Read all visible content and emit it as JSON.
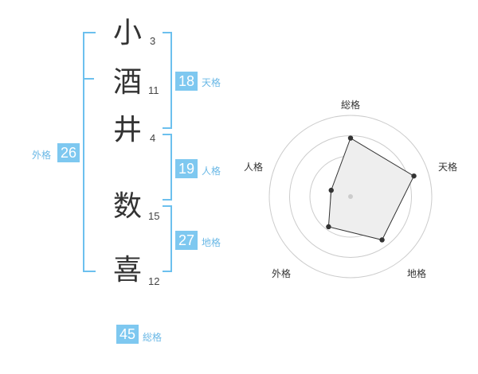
{
  "name": {
    "characters": [
      {
        "char": "小",
        "strokes": "3"
      },
      {
        "char": "酒",
        "strokes": "11"
      },
      {
        "char": "井",
        "strokes": "4"
      },
      {
        "char": "数",
        "strokes": "15"
      },
      {
        "char": "喜",
        "strokes": "12"
      }
    ]
  },
  "scores": {
    "tenkaku": {
      "value": "18",
      "label": "天格"
    },
    "jinkaku": {
      "value": "19",
      "label": "人格"
    },
    "chikaku": {
      "value": "27",
      "label": "地格"
    },
    "gaikaku": {
      "value": "26",
      "label": "外格"
    },
    "soukaku": {
      "value": "45",
      "label": "総格"
    }
  },
  "colors": {
    "accent": "#7ec8f0",
    "bracket": "#6cc0ee",
    "radar_fill": "#eeeeee",
    "radar_grid": "#cccccc"
  },
  "chart_data": {
    "type": "radar",
    "axes": [
      "総格",
      "天格",
      "地格",
      "外格",
      "人格"
    ],
    "series": [
      {
        "values": [
          0.72,
          0.82,
          0.66,
          0.46,
          0.25
        ]
      }
    ],
    "rings": 4,
    "range": [
      0,
      1
    ]
  }
}
